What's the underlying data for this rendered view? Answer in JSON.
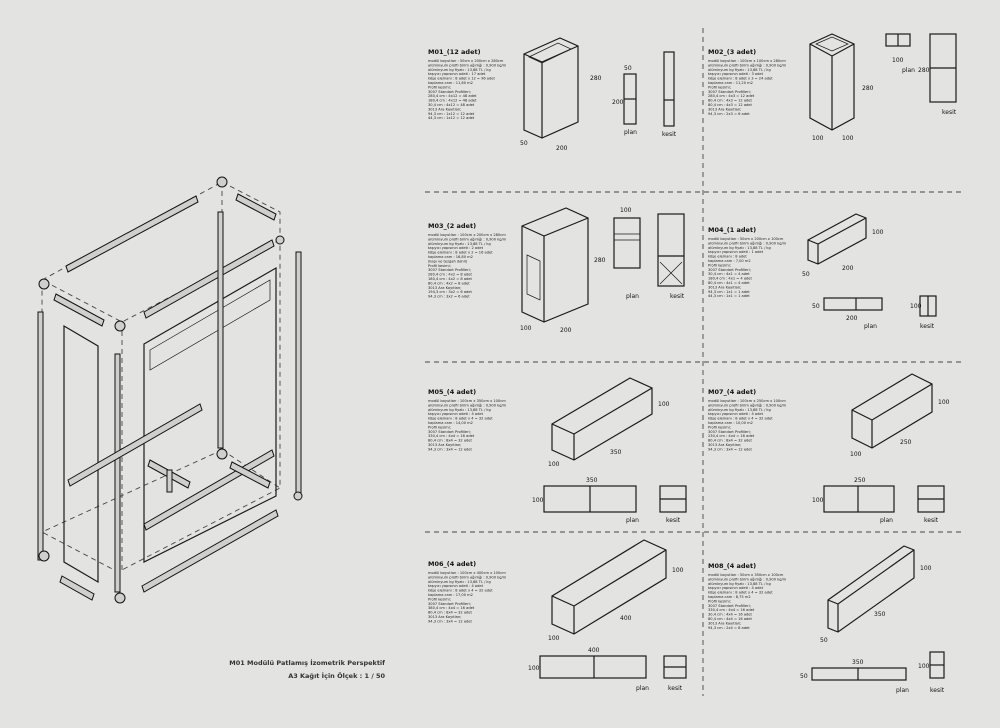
{
  "sheet": {
    "title_line1": "M01 Modülü Patlamış İzometrik Perspektif",
    "title_line2": "A3 Kağıt İçin Ölçek : 1 / 50"
  },
  "labels": {
    "plan": "plan",
    "section": "kesit"
  },
  "modules": [
    {
      "id": "m01",
      "title": "M01_(12 adet)",
      "dims": [
        "280",
        "200",
        "50",
        "50",
        "200"
      ],
      "specs": [
        "modül boyutları : 50cm x 200cm x 280cm",
        "alüminyum profil birim ağırlığı : 0,900 kg/m",
        "alüminyum kg fiyatı : 13,88 TL / kg",
        "taşıyıcı yapısının adeti : 17 adet",
        "köşe elemanı : 8 adet x 12 = 96 adet",
        "kaplama cam : 11,60 m2",
        "",
        "Profil kesimi;",
        "",
        "3007 Standart Profilleri;",
        "",
        "280,4 cm : 4x12 = 48 adet",
        "180,4 cm : 4x12 = 48 adet",
        "30,4 cm : 4x12 = 48 adet",
        "",
        "3013 Ara Kayıtları;",
        "",
        "94,3 cm : 1x12 = 12 adet",
        "44,3 cm : 1x12 = 12 adet"
      ]
    },
    {
      "id": "m02",
      "title": "M02_(3 adet)",
      "dims": [
        "280",
        "100",
        "100",
        "100",
        "280"
      ],
      "specs": [
        "modül boyutları : 100cm x 100cm x 280cm",
        "alüminyum profil birim ağırlığı : 0,900 kg/m",
        "alüminyum kg fiyatı : 13,88 TL / kg",
        "taşıyıcı yapısının adeti : 3 adet",
        "köşe elemanı : 8 adet x 3 = 24 adet",
        "kaplama cam : 11,20 m2",
        "",
        "Profil kesimi;",
        "",
        "3007 Standart Profilleri;",
        "",
        "280,4 cm : 4x3 = 12 adet",
        "80,4 cm : 4x3 = 12 adet",
        "80,4 cm : 4x3 = 12 adet",
        "",
        "3013 Ara Kayıtları;",
        "",
        "94,3 cm : 2x3 = 6 adet"
      ]
    },
    {
      "id": "m03",
      "title": "M03_(2 adet)",
      "dims": [
        "280",
        "200",
        "100",
        "100"
      ],
      "specs": [
        "modül boyutları : 100cm x 200cm x 280cm",
        "alüminyum profil birim ağırlığı : 0,900 kg/m",
        "alüminyum kg fiyatı : 13,88 TL / kg",
        "taşıyıcı yapısının adeti : 2 adet",
        "köşe elemanı : 8 adet x 2 = 16 adet",
        "kaplama cam : 16,80 m2",
        "(kapı ve tezgah dahil)",
        "",
        "Profil kesimi;",
        "",
        "3007 Standart Profilleri;",
        "",
        "280,4 cm : 4x2 = 8 adet",
        "180,4 cm : 4x2 = 8 adet",
        "80,4 cm : 4x2 = 8 adet",
        "",
        "3013 Ara Kayıtları;",
        "",
        "194,3 cm : 3x2 = 6 adet",
        "94,3 cm : 3x2 = 6 adet"
      ]
    },
    {
      "id": "m04",
      "title": "M04_(1 adet)",
      "dims": [
        "100",
        "200",
        "50",
        "200",
        "50",
        "100"
      ],
      "specs": [
        "modül boyutları : 50cm x 200cm x 100cm",
        "alüminyum profil birim ağırlığı : 0,900 kg/m",
        "alüminyum kg fiyatı : 13,88 TL / kg",
        "taşıyıcı yapısının adeti : 1 adet",
        "köşe elemanı : 8 adet",
        "kaplama cam : 7,00 m2",
        "",
        "Profil kesimi;",
        "",
        "3007 Standart Profilleri;",
        "",
        "30,4 cm : 4x1 = 4 adet",
        "180,4 cm : 4x1 = 4 adet",
        "80,4 cm : 4x1 = 4 adet",
        "",
        "3013 Ara Kayıtları;",
        "",
        "94,3 cm : 1x1 = 1 adet",
        "44,3 cm : 1x1 = 1 adet"
      ]
    },
    {
      "id": "m05",
      "title": "M05_(4 adet)",
      "dims": [
        "100",
        "350",
        "100",
        "350",
        "100"
      ],
      "specs": [
        "modül boyutları : 100cm x 350cm x 100cm",
        "alüminyum profil birim ağırlığı : 0,900 kg/m",
        "alüminyum kg fiyatı : 13,88 TL / kg",
        "taşıyıcı yapısının adeti : 4 adet",
        "köşe elemanı : 8 adet x 4 = 32 adet",
        "kaplama cam : 14,00 m2",
        "",
        "Profil kesimi;",
        "",
        "3007 Standart Profilleri;",
        "",
        "330,4 cm : 4x4 = 16 adet",
        "80,4 cm : 8x4 = 32 adet",
        "",
        "3013 Ara Kayıtları;",
        "",
        "94,3 cm : 3x4 = 12 adet"
      ]
    },
    {
      "id": "m07",
      "title": "M07_(4 adet)",
      "dims": [
        "100",
        "250",
        "100",
        "250",
        "100"
      ],
      "specs": [
        "modül boyutları : 100cm x 250cm x 100cm",
        "alüminyum profil birim ağırlığı : 0,900 kg/m",
        "alüminyum kg fiyatı : 13,88 TL / kg",
        "taşıyıcı yapısının adeti : 4 adet",
        "köşe elemanı : 8 adet x 4 = 32 adet",
        "kaplama cam : 10,00 m2",
        "",
        "Profil kesimi;",
        "",
        "3007 Standart Profilleri;",
        "",
        "230,4 cm : 4x4 = 16 adet",
        "80,4 cm : 8x4 = 32 adet",
        "",
        "3013 Ara Kayıtları;",
        "",
        "94,3 cm : 3x4 = 12 adet"
      ]
    },
    {
      "id": "m06",
      "title": "M06_(4 adet)",
      "dims": [
        "100",
        "400",
        "100",
        "400",
        "100"
      ],
      "specs": [
        "modül boyutları : 100cm x 400cm x 100cm",
        "alüminyum profil birim ağırlığı : 0,900 kg/m",
        "alüminyum kg fiyatı : 13,88 TL / kg",
        "taşıyıcı yapısının adeti : 4 adet",
        "köşe elemanı : 8 adet x 4 = 32 adet",
        "kaplama cam : 17,00 m2",
        "",
        "Profil kesimi;",
        "",
        "3007 Standart Profilleri;",
        "",
        "380,4 cm : 4x4 = 16 adet",
        "80,4 cm : 8x4 = 32 adet",
        "",
        "3013 Ara Kayıtları;",
        "",
        "94,3 cm : 3x4 = 12 adet"
      ]
    },
    {
      "id": "m08",
      "title": "M08_(4 adet)",
      "dims": [
        "100",
        "350",
        "50",
        "350",
        "50",
        "100"
      ],
      "specs": [
        "modül boyutları : 50cm x 350cm x 100cm",
        "alüminyum profil birim ağırlığı : 0,900 kg/m",
        "alüminyum kg fiyatı : 13,88 TL / kg",
        "taşıyıcı yapısının adeti : 4 adet",
        "köşe elemanı : 8 adet x 4 = 32 adet",
        "kaplama cam : 8,75 m2",
        "",
        "Profil kesimi;",
        "",
        "3007 Standart Profilleri;",
        "",
        "330,4 cm : 4x4 = 16 adet",
        "30,4 cm : 4x4 = 16 adet",
        "80,4 cm : 4x4 = 16 adet",
        "",
        "3013 Ara Kayıtları;",
        "",
        "94,3 cm : 2x4 = 8 adet"
      ]
    }
  ]
}
